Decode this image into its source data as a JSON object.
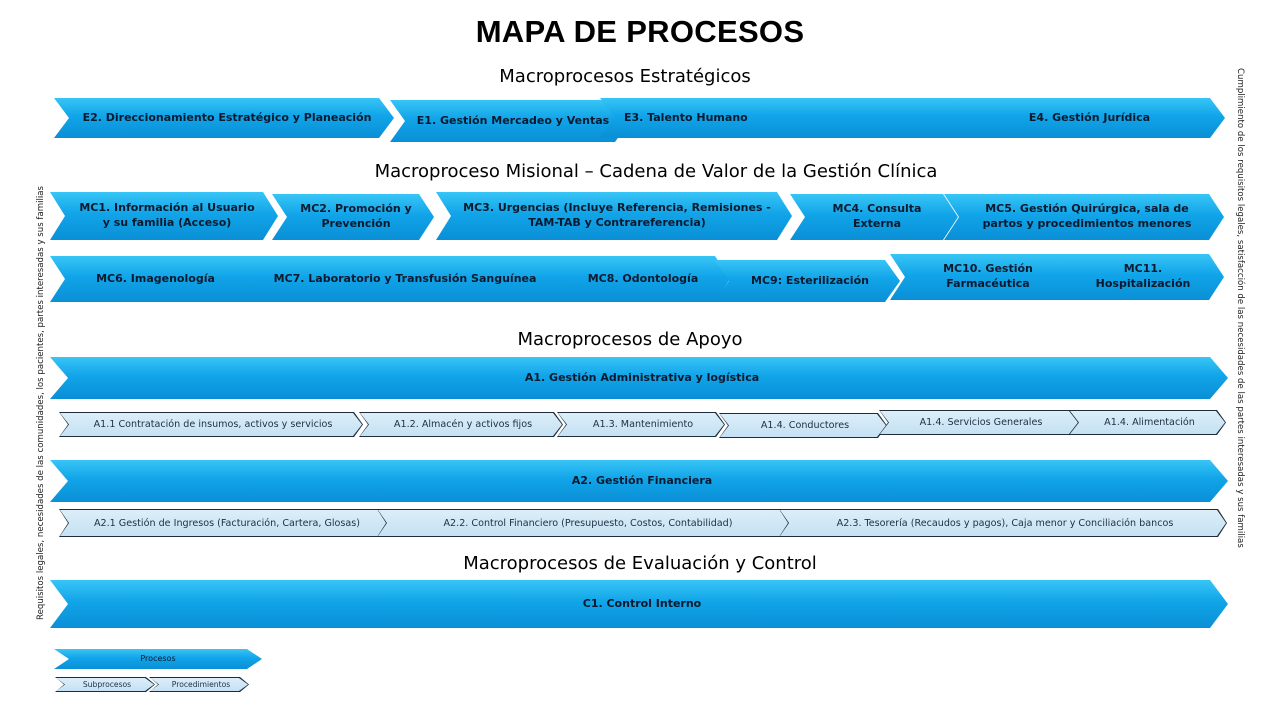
{
  "title": "MAPA DE PROCESOS",
  "sections": {
    "estrategicos": "Macroprocesos Estratégicos",
    "misional": "Macroproceso Misional – Cadena de Valor de la Gestión Clínica",
    "apoyo": "Macroprocesos de Apoyo",
    "evaluacion": "Macroprocesos de Evaluación y Control"
  },
  "side_left": "Requisitos legales, necesidades de las comunidades, los pacientes, partes interesadas y sus familias",
  "side_right": "Cumplimiento de los requisitos legales, satisfacción de las necesidades de las partes interesadas y sus familias",
  "estrategicos": [
    "E2. Direccionamiento Estratégico y Planeación",
    "E1. Gestión Mercadeo y Ventas",
    "E3. Talento Humano",
    "E4. Gestión Jurídica"
  ],
  "misional_row1": [
    "MC1. Información al Usuario y su familia (Acceso)",
    "MC2. Promoción y Prevención",
    "MC3. Urgencias (Incluye Referencia, Remisiones -TAM-TAB y Contrareferencia)",
    "MC4. Consulta Externa",
    "MC5. Gestión Quirúrgica, sala de partos y  procedimientos menores"
  ],
  "misional_row2": [
    "MC6. Imagenología",
    "MC7. Laboratorio y Transfusión Sanguínea",
    "MC8. Odontología",
    "MC9: Esterilización",
    "MC10. Gestión Farmacéutica",
    "MC11. Hospitalización"
  ],
  "apoyo": {
    "a1": "A1. Gestión Administrativa y logística",
    "a1_sub": [
      "A1.1 Contratación de insumos, activos y servicios",
      "A1.2. Almacén y activos fijos",
      "A1.3. Mantenimiento",
      "A1.4. Conductores",
      "A1.4. Servicios Generales",
      "A1.4. Alimentación"
    ],
    "a2": "A2. Gestión Financiera",
    "a2_sub": [
      "A2.1 Gestión de Ingresos (Facturación, Cartera, Glosas)",
      "A2.2. Control Financiero (Presupuesto, Costos, Contabilidad)",
      "A2.3. Tesorería (Recaudos y pagos),  Caja menor y Conciliación bancos"
    ]
  },
  "control": "C1. Control Interno",
  "legend": {
    "procesos": "Procesos",
    "subprocesos": "Subprocesos",
    "procedimientos": "Procedimientos"
  }
}
